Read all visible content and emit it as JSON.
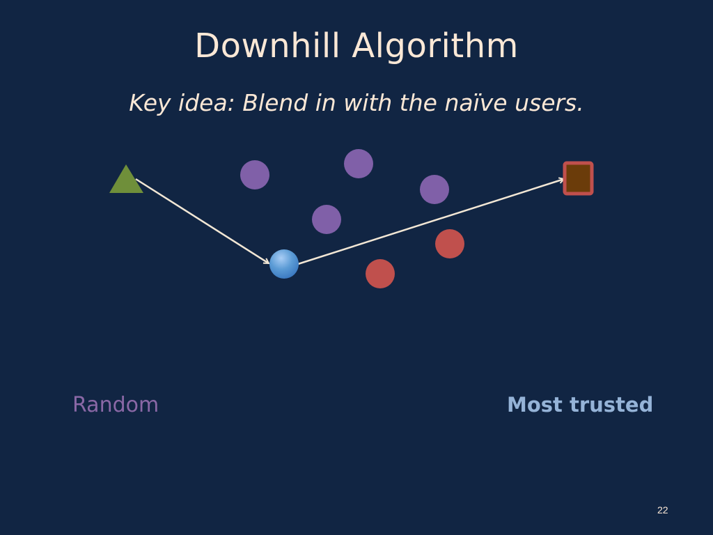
{
  "slide": {
    "title": "Downhill Algorithm",
    "subtitle": "Key idea: Blend in with the naïve users.",
    "page_number": "22"
  },
  "labels": {
    "random": "Random",
    "most_trusted": "Most trusted"
  },
  "diagram": {
    "colors": {
      "background": "#112543",
      "text": "#fbe8d6",
      "start_triangle": "#6f8f3a",
      "naive_user": "#8060a8",
      "untrusted_user": "#c0504d",
      "walker_node": "#5b9bd5",
      "target_fill": "#6b3c0a",
      "target_border": "#c0504d",
      "arrow": "#f2e7d5",
      "random_label": "#8a68a6",
      "trusted_label": "#95b3d7"
    },
    "nodes": [
      {
        "kind": "naive"
      },
      {
        "kind": "naive"
      },
      {
        "kind": "naive"
      },
      {
        "kind": "naive"
      },
      {
        "kind": "untrusted"
      },
      {
        "kind": "untrusted"
      }
    ],
    "shapes": {
      "start": "triangle",
      "walker": "circle",
      "target": "square"
    }
  }
}
